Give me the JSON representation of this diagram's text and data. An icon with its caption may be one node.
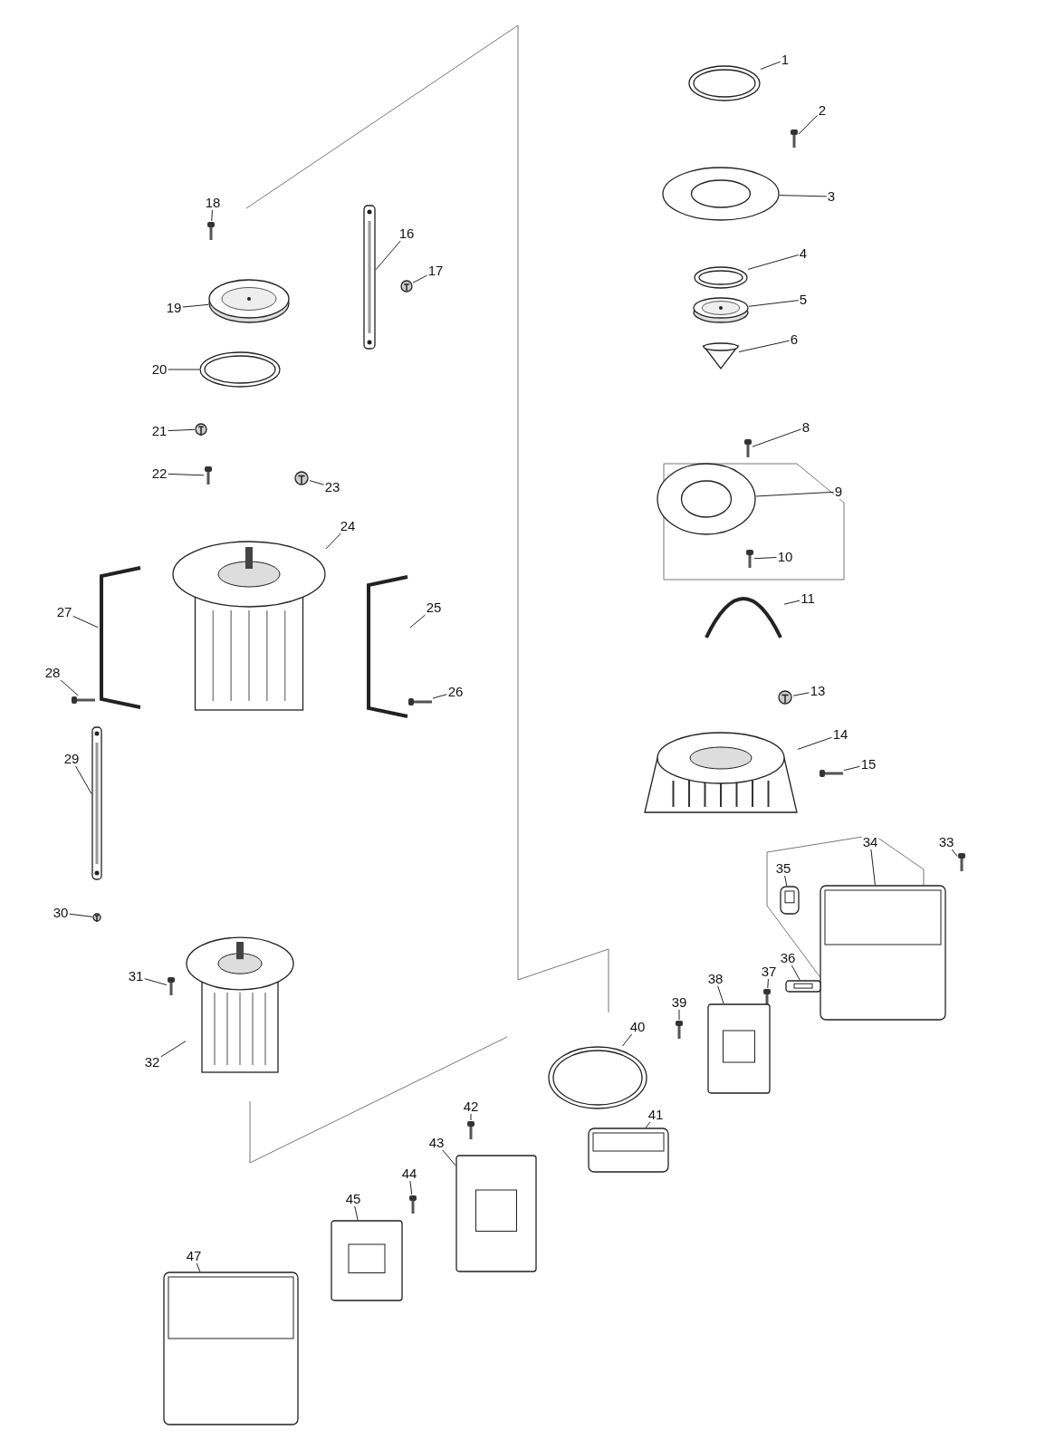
{
  "diagram": {
    "nodes": [
      {
        "text": [
          "1"
        ]
      },
      {
        "text": [],
        "shape": "picture"
      },
      {
        "text": [
          "2"
        ]
      },
      {
        "text": [],
        "shape": "picture"
      },
      {
        "text": [
          "3"
        ]
      },
      {
        "text": [],
        "shape": "picture"
      },
      {
        "text": [
          "4"
        ]
      },
      {
        "text": [],
        "shape": "picture"
      },
      {
        "text": [
          "5"
        ]
      },
      {
        "text": [],
        "shape": "picture"
      },
      {
        "text": [
          "6"
        ]
      },
      {
        "text": [],
        "shape": "picture"
      },
      {
        "text": [
          "8"
        ]
      },
      {
        "text": [],
        "shape": "picture"
      },
      {
        "text": [
          "9"
        ]
      },
      {
        "text": [],
        "shape": "picture"
      },
      {
        "text": [
          "10"
        ]
      },
      {
        "text": [],
        "shape": "picture"
      },
      {
        "text": [
          "11"
        ]
      },
      {
        "text": [],
        "shape": "picture"
      },
      {
        "text": [
          "13"
        ]
      },
      {
        "text": [],
        "shape": "picture"
      },
      {
        "text": [
          "14"
        ]
      },
      {
        "text": [],
        "shape": "picture"
      },
      {
        "text": [
          "15"
        ]
      },
      {
        "text": [],
        "shape": "picture"
      },
      {
        "text": [
          "16"
        ]
      },
      {
        "text": [],
        "shape": "picture"
      },
      {
        "text": [
          "17"
        ]
      },
      {
        "text": [],
        "shape": "picture"
      },
      {
        "text": [
          "18"
        ]
      },
      {
        "text": [],
        "shape": "picture"
      },
      {
        "text": [
          "19"
        ]
      },
      {
        "text": [],
        "shape": "picture"
      },
      {
        "text": [
          "20"
        ]
      },
      {
        "text": [],
        "shape": "picture"
      },
      {
        "text": [
          "21"
        ]
      },
      {
        "text": [],
        "shape": "picture"
      },
      {
        "text": [
          "22"
        ]
      },
      {
        "text": [],
        "shape": "picture"
      },
      {
        "text": [
          "23"
        ]
      },
      {
        "text": [],
        "shape": "picture"
      },
      {
        "text": [
          "24"
        ]
      },
      {
        "text": [],
        "shape": "picture"
      },
      {
        "text": [
          "25"
        ]
      },
      {
        "text": [],
        "shape": "picture"
      },
      {
        "text": [
          "26"
        ]
      },
      {
        "text": [],
        "shape": "picture"
      },
      {
        "text": [
          "27"
        ]
      },
      {
        "text": [],
        "shape": "picture"
      },
      {
        "text": [
          "28"
        ]
      },
      {
        "text": [],
        "shape": "picture"
      },
      {
        "text": [
          "29"
        ]
      },
      {
        "text": [],
        "shape": "picture"
      },
      {
        "text": [
          "30"
        ]
      },
      {
        "text": [],
        "shape": "picture"
      },
      {
        "text": [
          "31"
        ]
      },
      {
        "text": [],
        "shape": "picture"
      },
      {
        "text": [
          "32"
        ]
      },
      {
        "text": [],
        "shape": "picture"
      },
      {
        "text": [
          "33"
        ]
      },
      {
        "text": [],
        "shape": "picture"
      },
      {
        "text": [
          "34"
        ]
      },
      {
        "text": [],
        "shape": "picture"
      },
      {
        "text": [
          "35"
        ]
      },
      {
        "text": [],
        "shape": "picture"
      },
      {
        "text": [
          "36"
        ]
      },
      {
        "text": [],
        "shape": "picture"
      },
      {
        "text": [
          "37"
        ]
      },
      {
        "text": [],
        "shape": "picture"
      },
      {
        "text": [
          "38"
        ]
      },
      {
        "text": [],
        "shape": "picture"
      },
      {
        "text": [
          "39"
        ]
      },
      {
        "text": [],
        "shape": "picture"
      },
      {
        "text": [
          "40"
        ]
      },
      {
        "text": [],
        "shape": "picture"
      },
      {
        "text": [
          "41"
        ]
      },
      {
        "text": [],
        "shape": "picture"
      },
      {
        "text": [
          "42"
        ]
      },
      {
        "text": [],
        "shape": "picture"
      },
      {
        "text": [
          "43"
        ]
      },
      {
        "text": [],
        "shape": "picture"
      },
      {
        "text": [
          "44"
        ]
      },
      {
        "text": [],
        "shape": "picture"
      },
      {
        "text": [
          "45"
        ]
      },
      {
        "text": [],
        "shape": "picture"
      },
      {
        "text": [
          "47"
        ]
      },
      {
        "text": [],
        "shape": "picture"
      }
    ],
    "edges": [
      {
        "from": 0,
        "to": 1,
        "arrow": "none"
      },
      {
        "from": 2,
        "to": 3,
        "arrow": "none"
      },
      {
        "from": 4,
        "to": 5,
        "arrow": "none"
      },
      {
        "from": 6,
        "to": 7,
        "arrow": "none"
      },
      {
        "from": 8,
        "to": 9,
        "arrow": "none"
      },
      {
        "from": 10,
        "to": 11,
        "arrow": "none"
      },
      {
        "from": 12,
        "to": 13,
        "arrow": "none"
      },
      {
        "from": 14,
        "to": 15,
        "arrow": "none"
      },
      {
        "from": 16,
        "to": 17,
        "arrow": "none"
      },
      {
        "from": 18,
        "to": 19,
        "arrow": "none"
      },
      {
        "from": 20,
        "to": 21,
        "arrow": "none"
      },
      {
        "from": 22,
        "to": 23,
        "arrow": "none"
      },
      {
        "from": 24,
        "to": 25,
        "arrow": "none"
      },
      {
        "from": 26,
        "to": 27,
        "arrow": "none"
      },
      {
        "from": 28,
        "to": 29,
        "arrow": "none"
      },
      {
        "from": 30,
        "to": 31,
        "arrow": "none"
      },
      {
        "from": 32,
        "to": 33,
        "arrow": "none"
      },
      {
        "from": 34,
        "to": 35,
        "arrow": "none"
      },
      {
        "from": 36,
        "to": 37,
        "arrow": "none"
      },
      {
        "from": 38,
        "to": 39,
        "arrow": "none"
      },
      {
        "from": 40,
        "to": 41,
        "arrow": "none"
      },
      {
        "from": 42,
        "to": 43,
        "arrow": "none"
      },
      {
        "from": 44,
        "to": 45,
        "arrow": "none"
      },
      {
        "from": 46,
        "to": 47,
        "arrow": "none"
      },
      {
        "from": 48,
        "to": 49,
        "arrow": "none"
      },
      {
        "from": 50,
        "to": 51,
        "arrow": "none"
      },
      {
        "from": 52,
        "to": 53,
        "arrow": "none"
      },
      {
        "from": 54,
        "to": 55,
        "arrow": "none"
      },
      {
        "from": 56,
        "to": 57,
        "arrow": "none"
      },
      {
        "from": 58,
        "to": 59,
        "arrow": "none"
      },
      {
        "from": 60,
        "to": 61,
        "arrow": "none"
      },
      {
        "from": 62,
        "to": 63,
        "arrow": "none"
      },
      {
        "from": 64,
        "to": 65,
        "arrow": "none"
      },
      {
        "from": 66,
        "to": 67,
        "arrow": "none"
      },
      {
        "from": 68,
        "to": 69,
        "arrow": "none"
      },
      {
        "from": 70,
        "to": 71,
        "arrow": "none"
      },
      {
        "from": 72,
        "to": 73,
        "arrow": "none"
      },
      {
        "from": 74,
        "to": 75,
        "arrow": "none"
      },
      {
        "from": 76,
        "to": 77,
        "arrow": "none"
      },
      {
        "from": 78,
        "to": 79,
        "arrow": "none"
      },
      {
        "from": 80,
        "to": 81,
        "arrow": "none"
      },
      {
        "from": 82,
        "to": 83,
        "arrow": "none"
      },
      {
        "from": 84,
        "to": 85,
        "arrow": "none"
      },
      {
        "from": 86,
        "to": 87,
        "arrow": "none"
      }
    ]
  }
}
